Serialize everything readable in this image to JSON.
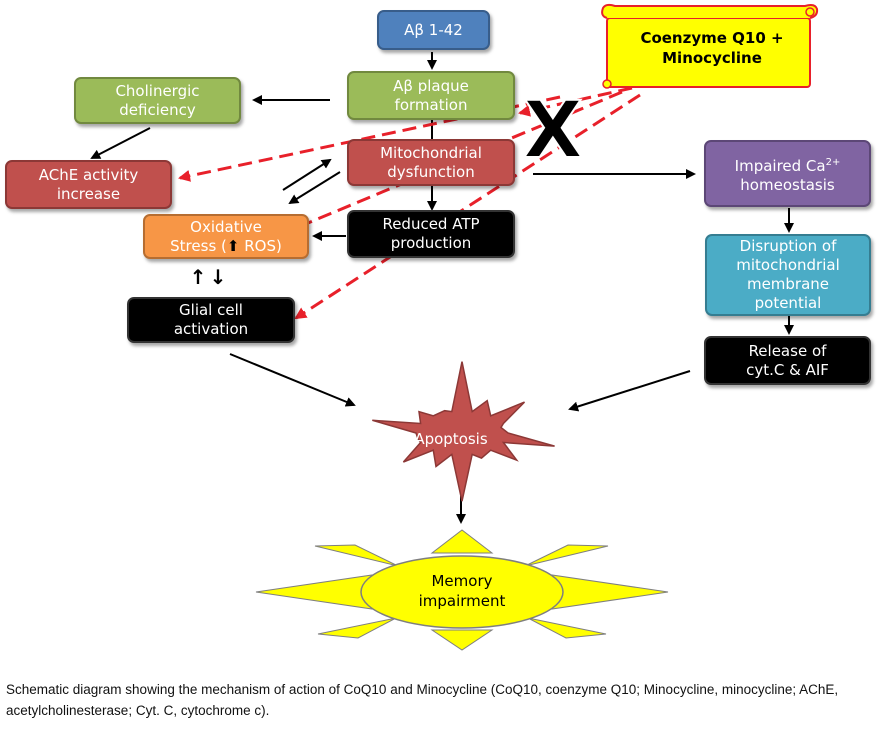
{
  "nodes": {
    "abeta": "Aβ 1-42",
    "plaque": "Aβ plaque\nformation",
    "cholinergic": "Cholinergic\ndeficiency",
    "ache": "AChE activity\nincrease",
    "mito": "Mitochondrial\ndysfunction",
    "oxidative_line1": "Oxidative",
    "oxidative_line2_pre": "Stress (",
    "oxidative_line2_arrow": "⬆",
    "oxidative_line2_post": " ROS)",
    "atp": "Reduced ATP\nproduction",
    "glial": "Glial cell\nactivation",
    "calcium_pre": "Impaired Ca",
    "calcium_sup": "2+",
    "calcium_post": "homeostasis",
    "disruption": "Disruption of\nmitochondrial\nmembrane\npotential",
    "release": "Release of\ncyt.C & AIF",
    "apoptosis": "Apoptosis",
    "memory_line1": "Memory",
    "memory_line2": "impairment",
    "treatment_line1": "Coenzyme Q10 +",
    "treatment_line2": "Minocycline",
    "block_mark": "X",
    "bidirectional_up": "↑",
    "bidirectional_down": "↓"
  },
  "colors": {
    "inhibition_arrows": "#e8202a",
    "apoptosis_fill": "#c0504d",
    "sun_fill": "#ffff00",
    "scroll_fill": "#ffff00",
    "scroll_border": "#e8202a"
  },
  "caption": "Schematic diagram showing the mechanism of action of CoQ10 and Minocycline (CoQ10, coenzyme Q10; Minocycline, minocycline; AChE, acetylcholinesterase; Cyt. C, cytochrome c)."
}
